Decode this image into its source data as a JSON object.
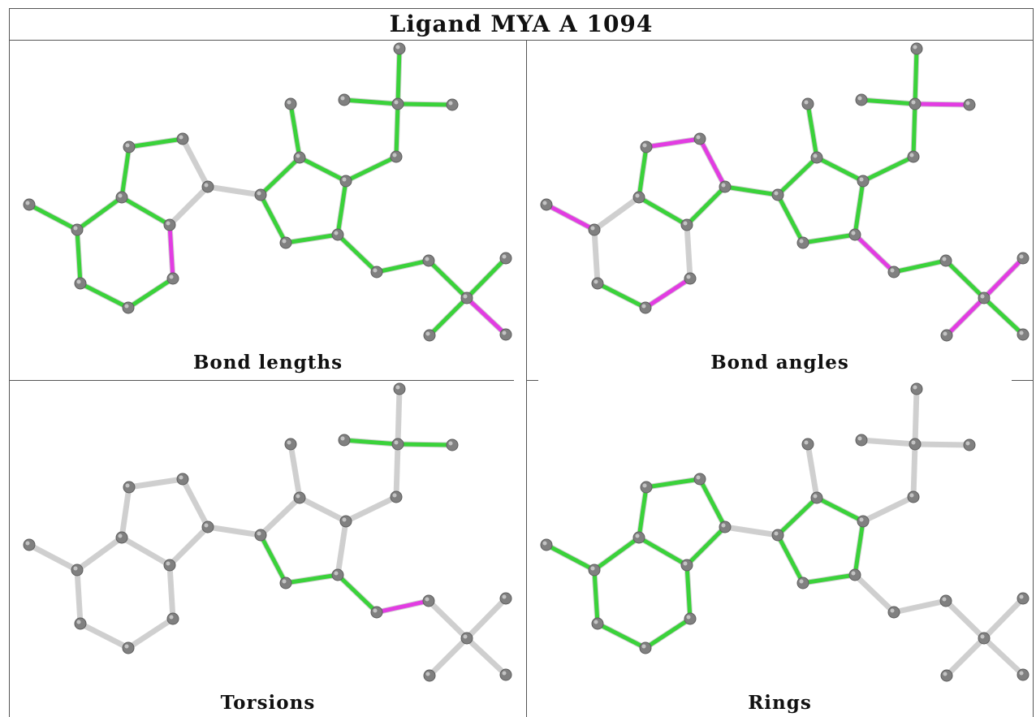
{
  "title": "Ligand MYA A 1094",
  "colors": {
    "ok": "#3ad23a",
    "outlier": "#e23ce2",
    "neutral": "#cfcfcf",
    "atom": "#808080"
  },
  "panels": [
    {
      "caption": "Bond lengths",
      "bond_status": [
        "g",
        "g",
        "g",
        "g",
        "g",
        "g",
        "g",
        "g",
        "m",
        "n",
        "n",
        "n",
        "g",
        "g",
        "g",
        "g",
        "g",
        "g",
        "g",
        "g",
        "g",
        "g",
        "g",
        "g",
        "g",
        "g",
        "g",
        "g",
        "m",
        "g"
      ]
    },
    {
      "caption": "Bond angles",
      "bond_status": [
        "m",
        "n",
        "n",
        "g",
        "m",
        "g",
        "g",
        "m",
        "n",
        "m",
        "g",
        "g",
        "g",
        "g",
        "g",
        "g",
        "g",
        "g",
        "g",
        "g",
        "g",
        "g",
        "m",
        "m",
        "g",
        "g",
        "m",
        "m",
        "g",
        "g"
      ]
    },
    {
      "caption": "Torsions",
      "bond_status": [
        "n",
        "n",
        "n",
        "n",
        "n",
        "n",
        "n",
        "n",
        "n",
        "n",
        "n",
        "n",
        "n",
        "n",
        "n",
        "g",
        "g",
        "n",
        "n",
        "n",
        "n",
        "g",
        "g",
        "g",
        "m",
        "n",
        "n",
        "n",
        "n",
        "n"
      ]
    },
    {
      "caption": "Rings",
      "bond_status": [
        "g",
        "g",
        "g",
        "g",
        "g",
        "g",
        "g",
        "g",
        "g",
        "g",
        "g",
        "n",
        "g",
        "g",
        "g",
        "g",
        "g",
        "n",
        "n",
        "n",
        "n",
        "n",
        "n",
        "n",
        "n",
        "n",
        "n",
        "n",
        "n",
        "n"
      ]
    }
  ]
}
